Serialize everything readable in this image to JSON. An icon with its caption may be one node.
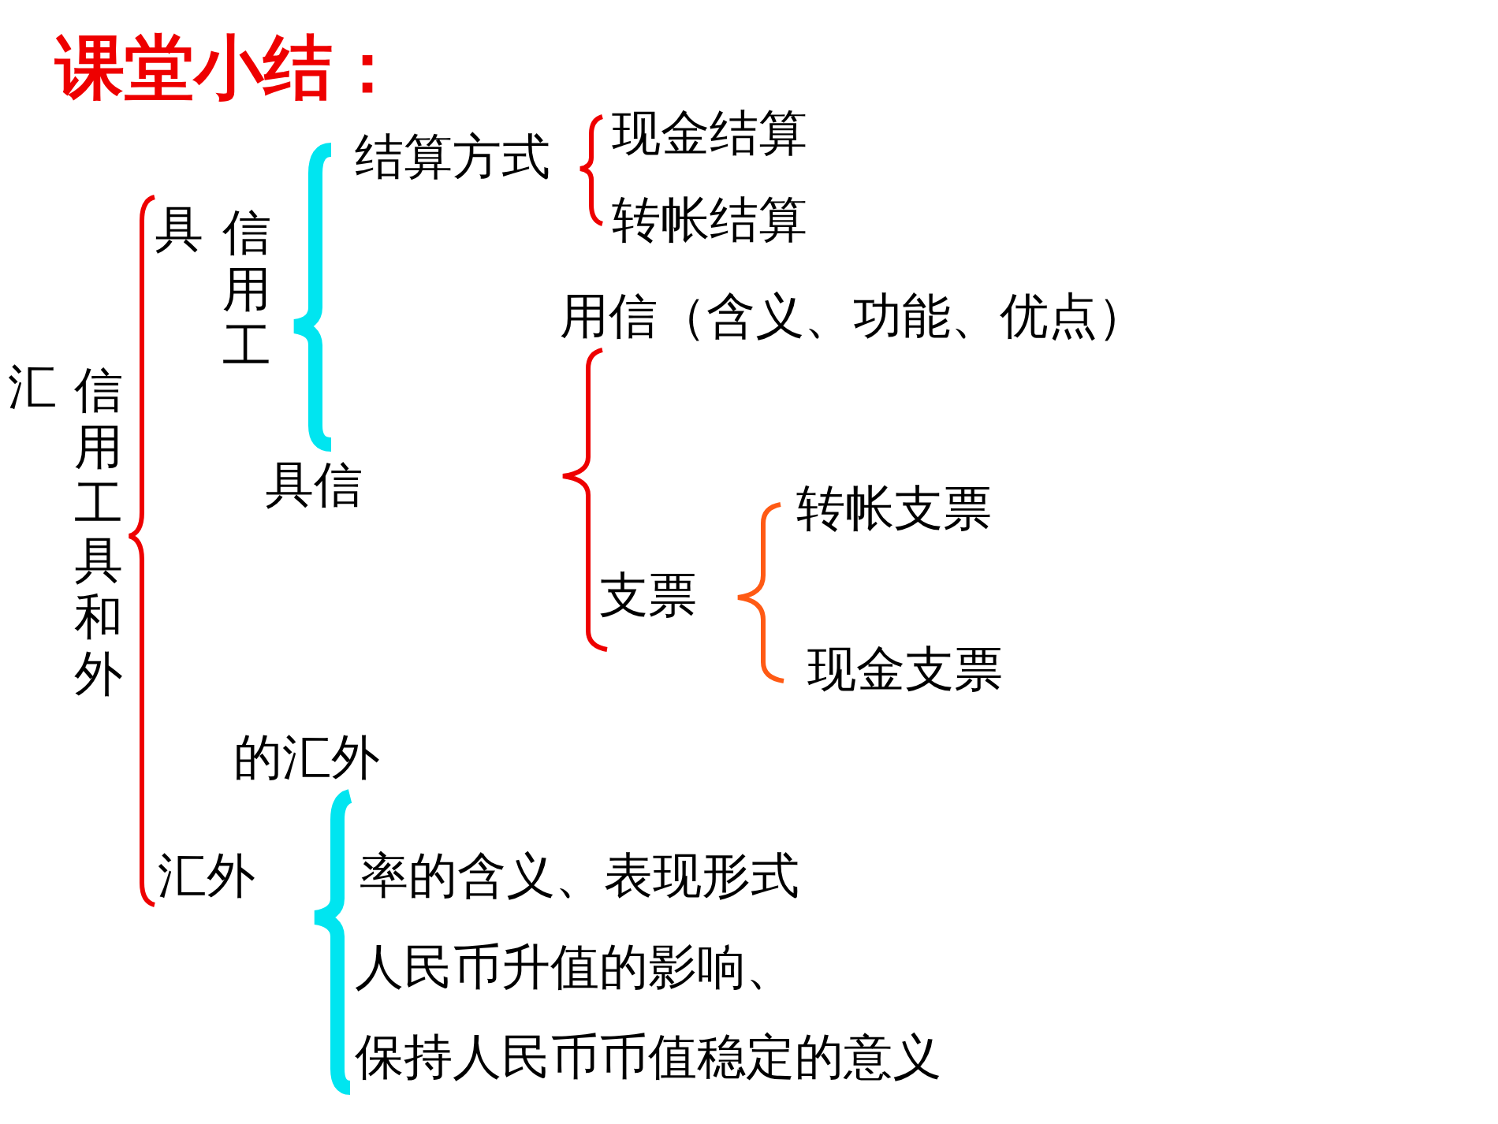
{
  "diagram": {
    "title": "课堂小结：",
    "labels": [
      "结算方式",
      "现金结算",
      "转帐结算",
      "具",
      "信用工",
      "用信（含义、功能、优点）",
      "汇",
      "信用工具和外",
      "具信",
      "转帐支票",
      "支票",
      "现金支票",
      "的汇外",
      "汇外",
      "率的含义、表现形式",
      "人民币升值的影响、",
      "保持人民币币值稳定的意义"
    ]
  }
}
